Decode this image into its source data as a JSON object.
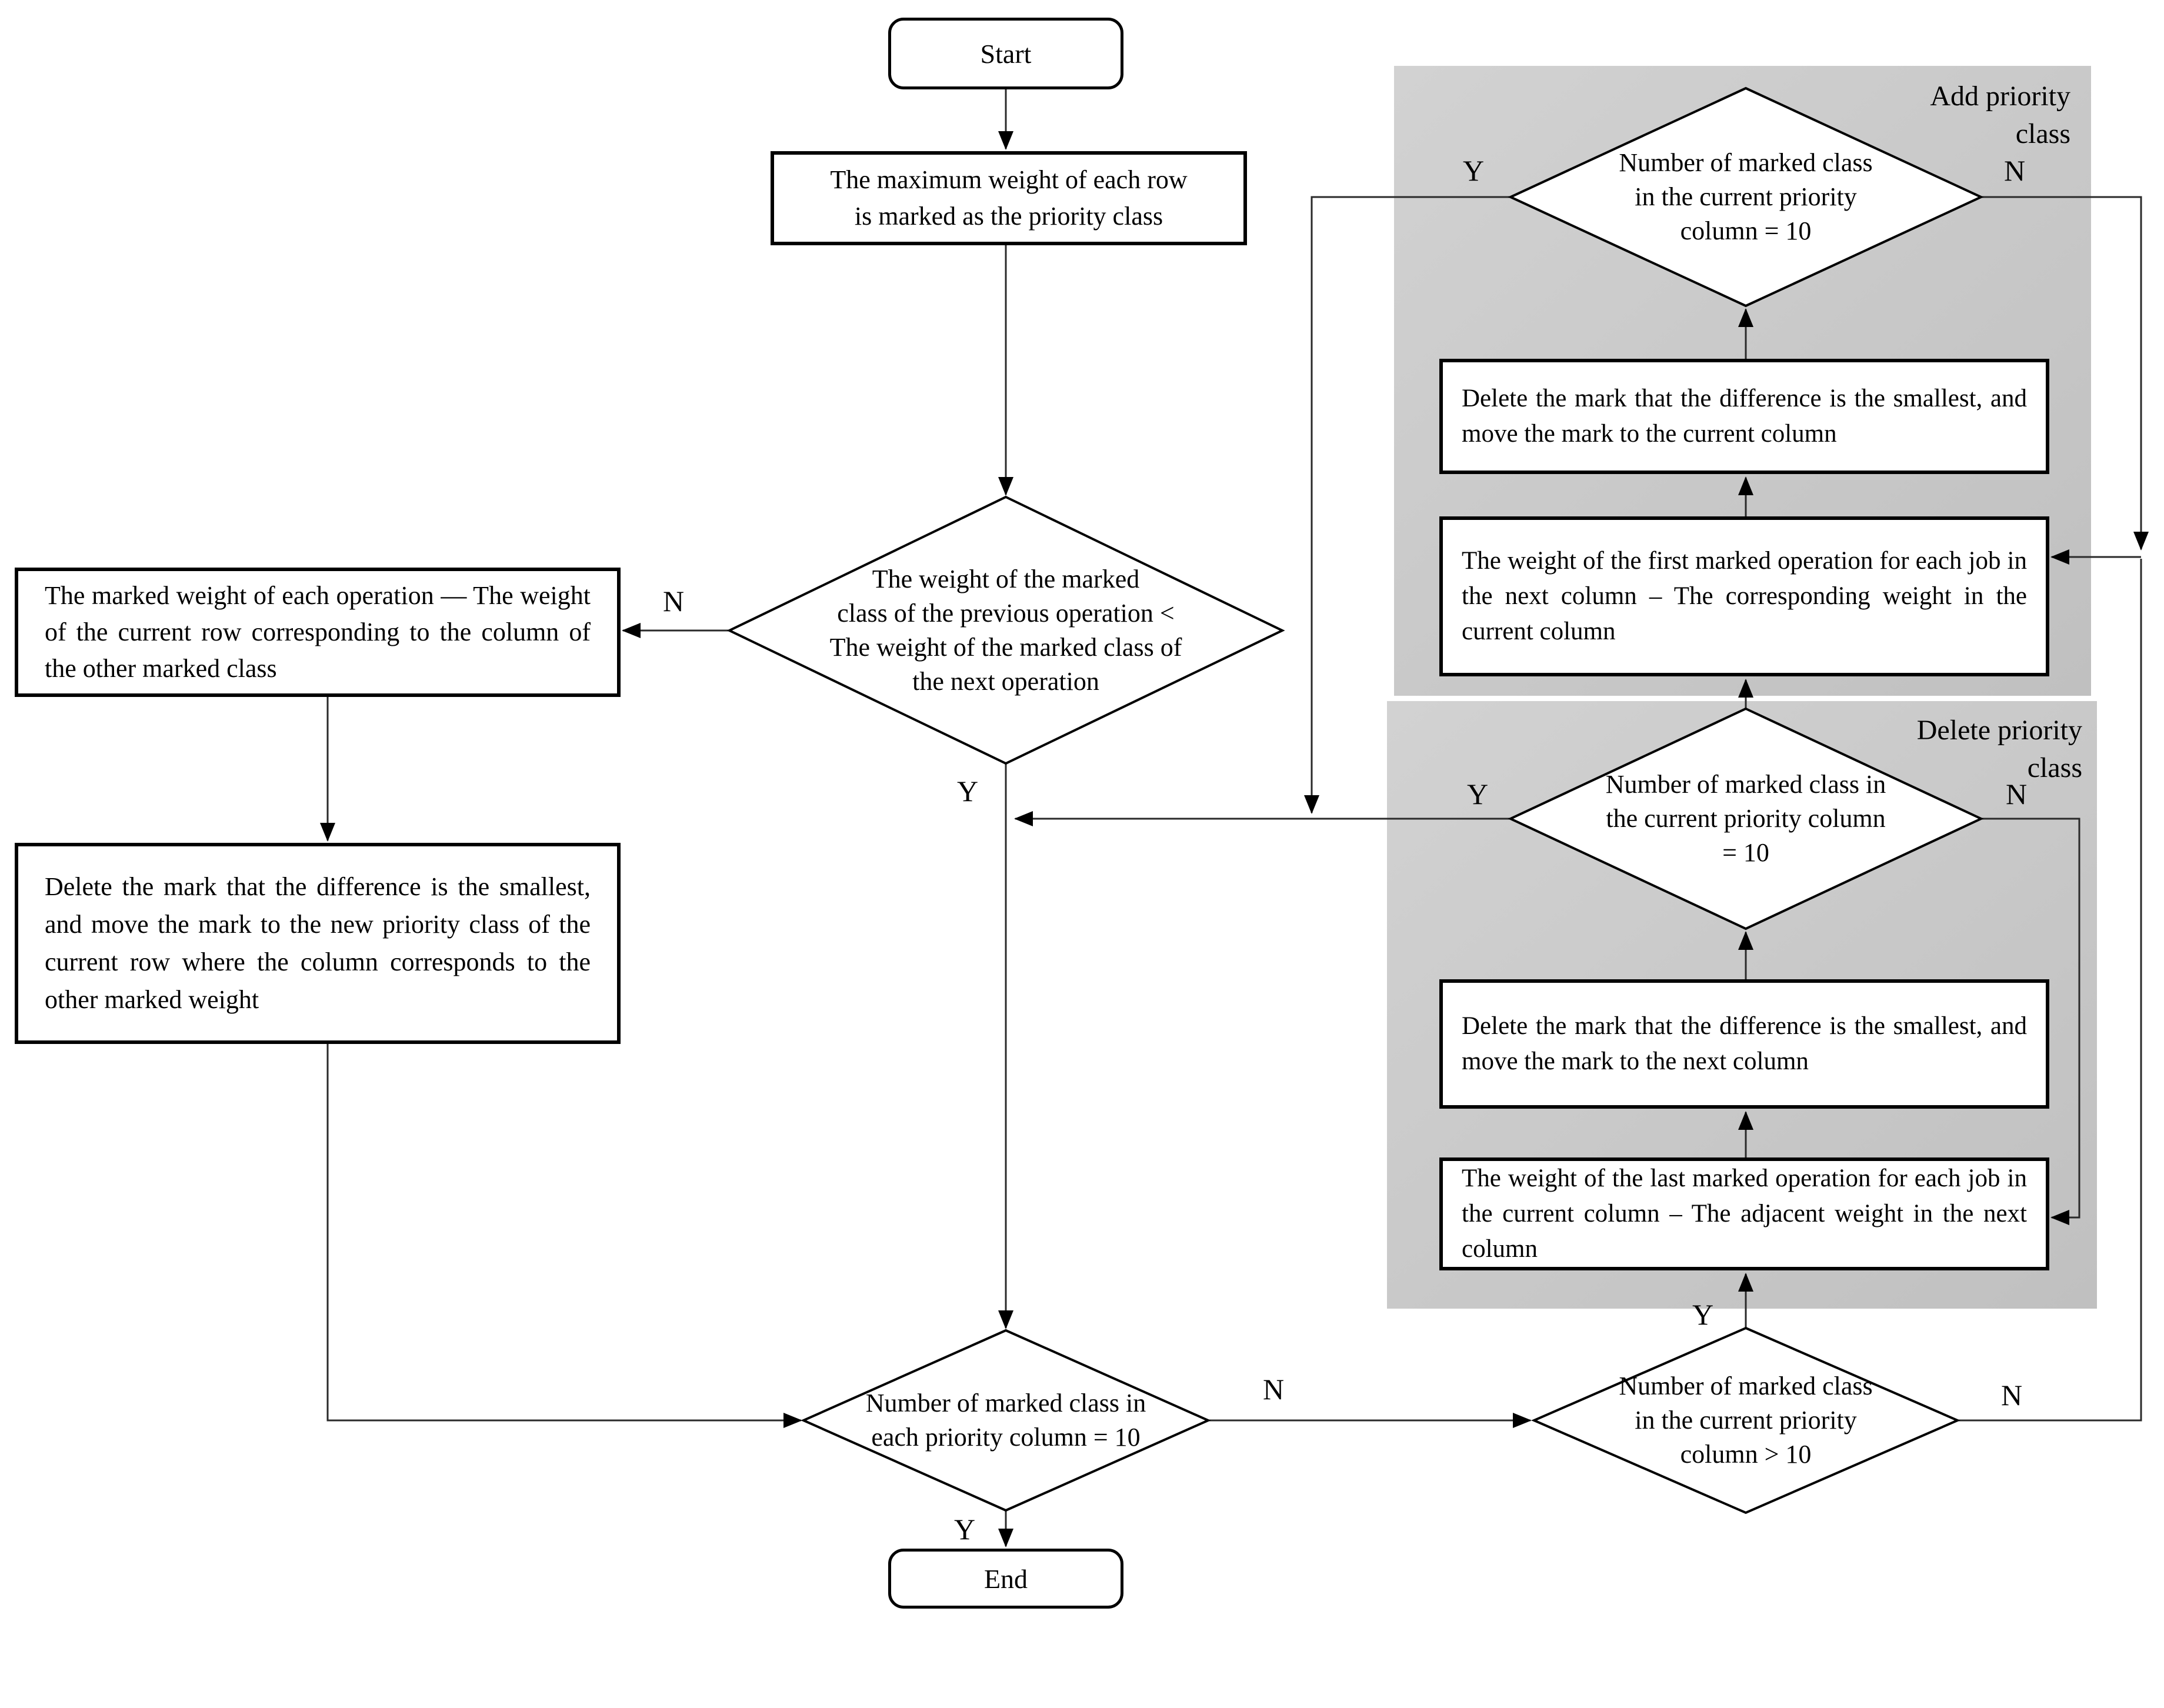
{
  "colors": {
    "panel_gray_light": "#d2d2d2",
    "panel_gray_dark": "#c0c0c0",
    "line": "#2a2a2a",
    "shape_border": "#000000",
    "background": "#ffffff"
  },
  "panels": {
    "add": {
      "title": "Add priority\nclass"
    },
    "delete": {
      "title": "Delete priority\nclass"
    }
  },
  "nodes": {
    "start": {
      "label": "Start"
    },
    "end": {
      "label": "End"
    },
    "mark_max": {
      "text": "The maximum weight of each row\nis marked as the priority class"
    },
    "main_decision": {
      "text": "The weight of the marked\nclass of the previous operation <\nThe weight of the marked class of\nthe next operation"
    },
    "left_diff": {
      "text": "The marked weight of  each operation — The weight of the current row corresponding to the column of the other marked class"
    },
    "left_delete": {
      "text": "Delete the mark that the difference is the smallest, and move the mark to the new priority class of the current row where the column corresponds to the other marked weight"
    },
    "add_decision": {
      "text": "Number of marked class\nin the current priority\ncolumn = 10"
    },
    "add_delete": {
      "text": "Delete the mark that the difference is the smallest, and move the mark to the current column"
    },
    "add_diff": {
      "text": "The weight of the first marked operation for each job in the next column – The corresponding weight in the current column"
    },
    "del_decision": {
      "text": "Number of marked class in\nthe current priority column\n= 10"
    },
    "del_delete": {
      "text": "Delete the mark that the difference is the smallest, and move the mark to the next column"
    },
    "del_diff": {
      "text": "The weight of the last marked operation for each job in the current column – The adjacent weight in the next column"
    },
    "each_decision": {
      "text": "Number of marked class in\neach priority column = 10"
    },
    "gt_decision": {
      "text": "Number of marked class\nin the current priority\ncolumn > 10"
    }
  },
  "branch_labels": {
    "main_n": "N",
    "main_y": "Y",
    "add_y": "Y",
    "add_n": "N",
    "del_y": "Y",
    "del_n": "N",
    "each_y": "Y",
    "each_n": "N",
    "gt_y": "Y",
    "gt_n": "N"
  }
}
